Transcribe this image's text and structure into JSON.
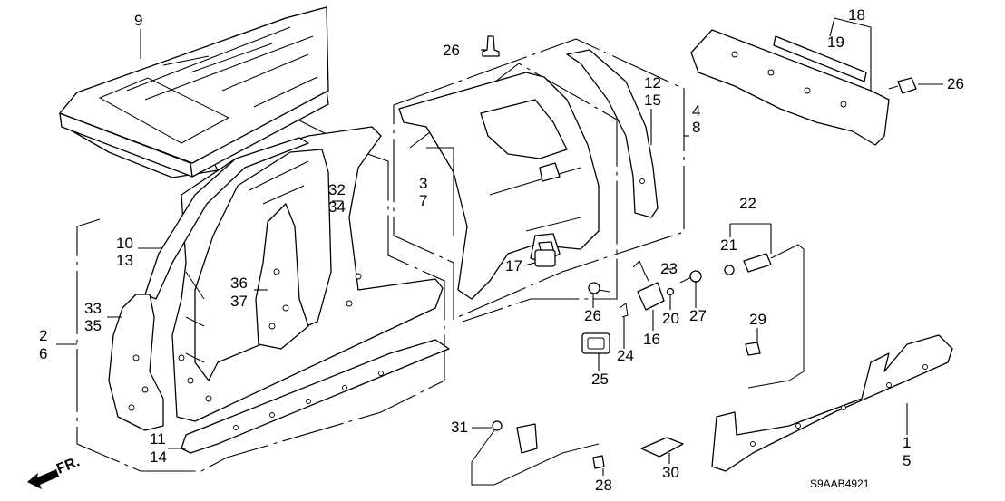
{
  "diagram": {
    "type": "exploded-parts-diagram",
    "subject": "Outer panel / body side structure",
    "diagram_code": "S9AAB4921",
    "direction_indicator": "FR.",
    "callouts": [
      {
        "id": "c9",
        "label": "9",
        "part": "roof-panel"
      },
      {
        "id": "c10-13",
        "labels": [
          "10",
          "13"
        ],
        "part": "roof-side-rail"
      },
      {
        "id": "c2-6",
        "labels": [
          "2",
          "6"
        ],
        "part": "body-side-panel-group"
      },
      {
        "id": "c33-35",
        "labels": [
          "33",
          "35"
        ],
        "part": "front-pillar-inner"
      },
      {
        "id": "c36-37",
        "labels": [
          "36",
          "37"
        ],
        "part": "center-pillar-reinforcement"
      },
      {
        "id": "c32-34",
        "labels": [
          "32",
          "34"
        ],
        "part": "outer-side-panel"
      },
      {
        "id": "c11-14",
        "labels": [
          "11",
          "14"
        ],
        "part": "side-sill-extension"
      },
      {
        "id": "c26a",
        "label": "26",
        "part": "bolt"
      },
      {
        "id": "c3-7",
        "labels": [
          "3",
          "7"
        ],
        "part": "rear-quarter-panel"
      },
      {
        "id": "c12-15",
        "labels": [
          "12",
          "15"
        ],
        "part": "rear-pillar-inner"
      },
      {
        "id": "c4-8",
        "labels": [
          "4",
          "8"
        ],
        "part": "rear-quarter-group"
      },
      {
        "id": "c17",
        "label": "17",
        "part": "fuel-filler-housing"
      },
      {
        "id": "c18",
        "label": "18",
        "part": "rear-panel-assy"
      },
      {
        "id": "c19",
        "label": "19",
        "part": "rear-panel-reinforcement"
      },
      {
        "id": "c26b",
        "label": "26",
        "part": "bolt"
      },
      {
        "id": "c22",
        "label": "22",
        "part": "fuel-lid-opener-assy"
      },
      {
        "id": "c21",
        "label": "21",
        "part": "grommet"
      },
      {
        "id": "c23",
        "label": "23",
        "part": "hinge-spring"
      },
      {
        "id": "c26c",
        "label": "26",
        "part": "bolt"
      },
      {
        "id": "c27",
        "label": "27",
        "part": "stopper"
      },
      {
        "id": "c20",
        "label": "20",
        "part": "cushion"
      },
      {
        "id": "c24",
        "label": "24",
        "part": "spring"
      },
      {
        "id": "c16",
        "label": "16",
        "part": "fuel-lid"
      },
      {
        "id": "c25",
        "label": "25",
        "part": "fuel-filler-base"
      },
      {
        "id": "c29",
        "label": "29",
        "part": "cable-clip"
      },
      {
        "id": "c1-5",
        "labels": [
          "1",
          "5"
        ],
        "part": "side-sill-panel"
      },
      {
        "id": "c31",
        "label": "31",
        "part": "bolt"
      },
      {
        "id": "c28",
        "label": "28",
        "part": "clip"
      },
      {
        "id": "c30",
        "label": "30",
        "part": "pad"
      }
    ]
  }
}
